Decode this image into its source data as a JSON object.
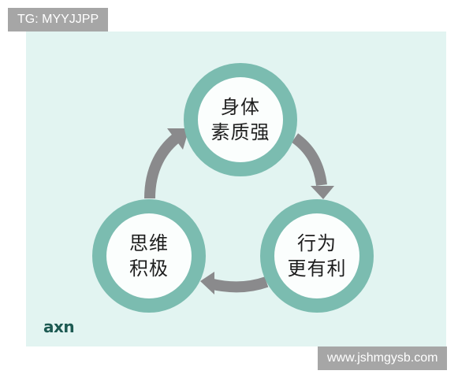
{
  "overlay": {
    "top_tag": "TG: MYYJJPP",
    "bottom_tag": "www.jshmgysb.com"
  },
  "diagram": {
    "type": "cycle",
    "nodes": [
      {
        "id": "top",
        "lines": [
          "身体",
          "素质强"
        ]
      },
      {
        "id": "right",
        "lines": [
          "行为",
          "更有利"
        ]
      },
      {
        "id": "left",
        "lines": [
          "思维",
          "积极"
        ]
      }
    ],
    "edges": [
      {
        "from": "top",
        "to": "right",
        "direction": "clockwise"
      },
      {
        "from": "right",
        "to": "left",
        "direction": "clockwise"
      },
      {
        "from": "left",
        "to": "top",
        "direction": "clockwise"
      }
    ],
    "colors": {
      "background": "#e2f4f1",
      "ring": "#7bbcb0",
      "node_fill": "#fbfefd",
      "arrow": "#8a8a8c",
      "text": "#1e1e1e",
      "logo": "#1d5a52"
    }
  },
  "branding": {
    "logo": "axn"
  }
}
